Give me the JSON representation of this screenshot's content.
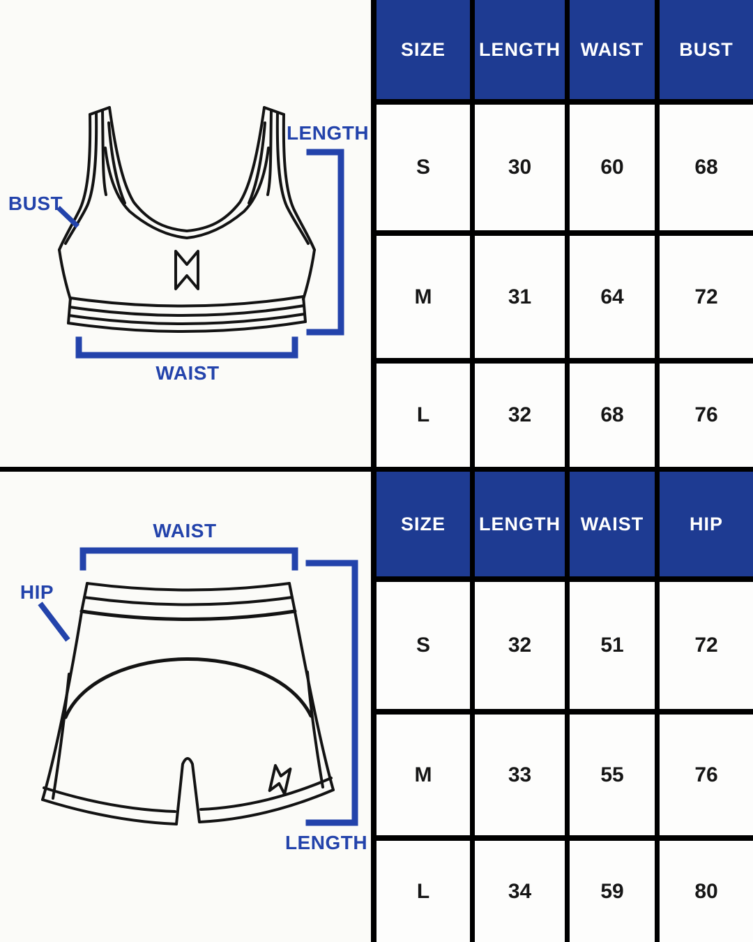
{
  "colors": {
    "table_header_bg": "#1e3b92",
    "table_header_text": "#ffffff",
    "table_grid": "#000000",
    "annotation_blue": "#2343ab",
    "outline_black": "#131313",
    "page_bg": "#fbfbf8"
  },
  "sections": {
    "bra": {
      "item": "sports-bra",
      "labels": {
        "bust": "BUST",
        "length": "LENGTH",
        "waist": "WAIST"
      },
      "table": {
        "columns": [
          "SIZE",
          "LENGTH",
          "WAIST",
          "BUST"
        ],
        "rows": [
          [
            "S",
            "30",
            "60",
            "68"
          ],
          [
            "M",
            "31",
            "64",
            "72"
          ],
          [
            "L",
            "32",
            "68",
            "76"
          ]
        ]
      }
    },
    "shorts": {
      "item": "shorts",
      "labels": {
        "waist": "WAIST",
        "hip": "HIP",
        "length": "LENGTH"
      },
      "table": {
        "columns": [
          "SIZE",
          "LENGTH",
          "WAIST",
          "HIP"
        ],
        "rows": [
          [
            "S",
            "32",
            "51",
            "72"
          ],
          [
            "M",
            "33",
            "55",
            "76"
          ],
          [
            "L",
            "34",
            "59",
            "80"
          ]
        ]
      }
    }
  }
}
